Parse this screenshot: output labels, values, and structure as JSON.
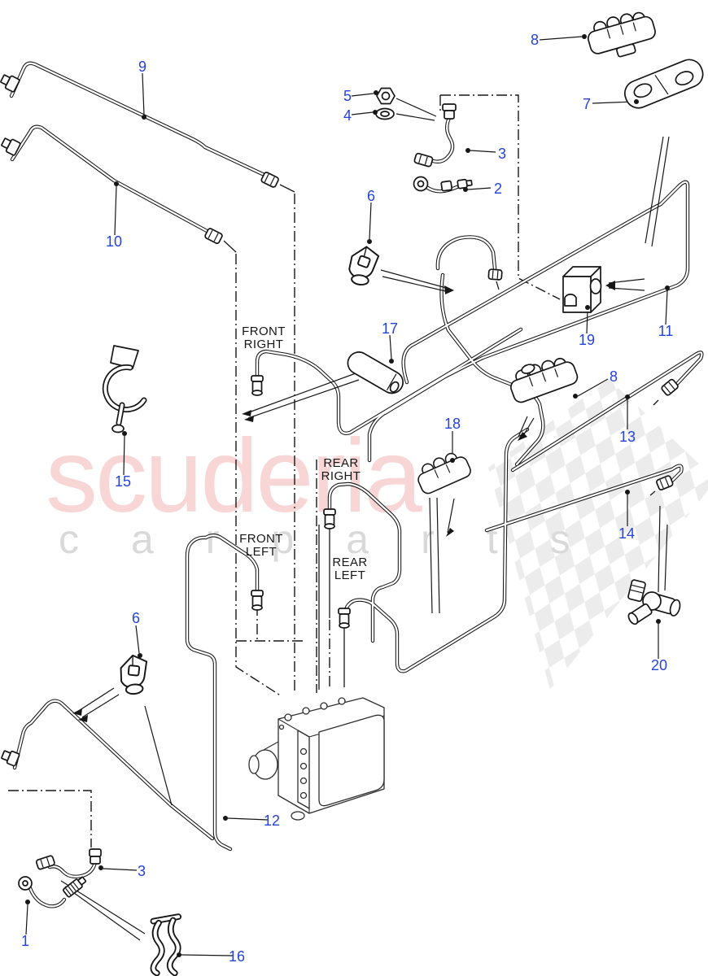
{
  "watermark": {
    "line1": "scuderia",
    "line2": "carparts"
  },
  "position_labels": {
    "front_right": "FRONT\nRIGHT",
    "rear_right": "REAR\nRIGHT",
    "front_left": "FRONT\nLEFT",
    "rear_left": "REAR\nLEFT"
  },
  "callouts": {
    "1": "1",
    "2": "2",
    "3": "3",
    "3b": "3",
    "4": "4",
    "5": "5",
    "6a": "6",
    "6b": "6",
    "7": "7",
    "8a": "8",
    "8b": "8",
    "9": "9",
    "10": "10",
    "11": "11",
    "12": "12",
    "13": "13",
    "14": "14",
    "15": "15",
    "16": "16",
    "17": "17",
    "18": "18",
    "19": "19",
    "20": "20"
  },
  "colors": {
    "blue": "#2543dc",
    "ink": "#161616",
    "pink": "#f8d6d6",
    "wgray": "#d9d9d9",
    "flag": "#dcdcdc"
  }
}
